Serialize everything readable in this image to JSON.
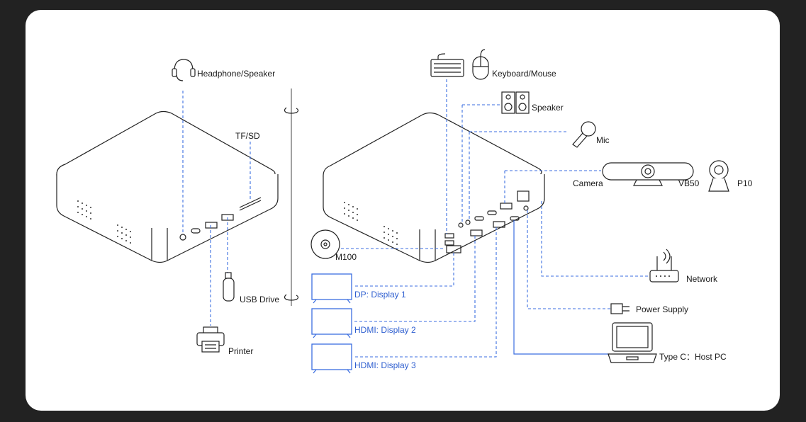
{
  "left_unit": {
    "headphone": "Headphone/Speaker",
    "tf_sd": "TF/SD",
    "usb_drive": "USB Drive",
    "printer": "Printer"
  },
  "right_unit": {
    "keyboard_mouse": "Keyboard/Mouse",
    "speaker": "Speaker",
    "mic": "Mic",
    "camera": "Camera",
    "vb50": "VB50",
    "p10": "P10",
    "m100": "M100",
    "network": "Network",
    "power_supply": "Power Supply",
    "host_pc": "Type C：Host PC"
  },
  "displays": [
    {
      "label": "DP: Display 1"
    },
    {
      "label": "HDMI: Display 2"
    },
    {
      "label": "HDMI: Display 3"
    }
  ],
  "colors": {
    "background": "#222222",
    "card": "#ffffff",
    "line": "#3b6ee0",
    "label_blue": "#2f5fd0"
  }
}
